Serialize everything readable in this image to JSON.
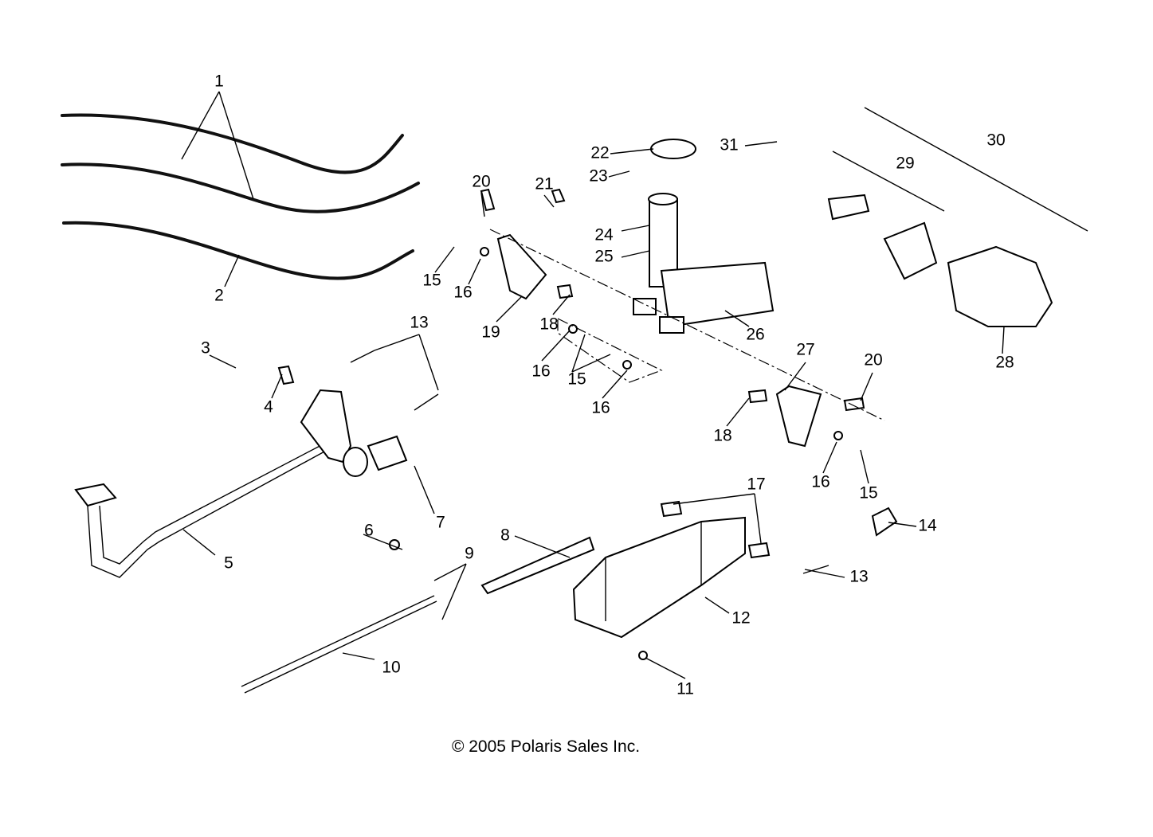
{
  "diagram": {
    "callouts": [
      "1",
      "2",
      "3",
      "4",
      "5",
      "6",
      "7",
      "8",
      "9",
      "10",
      "11",
      "12",
      "13",
      "13",
      "14",
      "15",
      "15",
      "15",
      "16",
      "16",
      "16",
      "16",
      "17",
      "18",
      "18",
      "19",
      "20",
      "20",
      "21",
      "22",
      "23",
      "24",
      "25",
      "26",
      "27",
      "28",
      "29",
      "30",
      "31"
    ]
  },
  "footer": {
    "copyright": "© 2005 Polaris Sales Inc."
  }
}
